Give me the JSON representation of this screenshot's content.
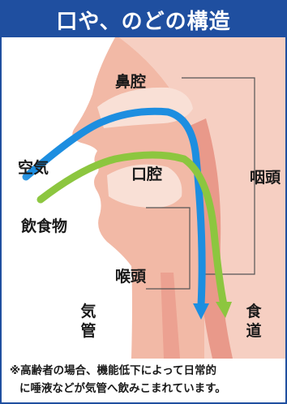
{
  "title": "口や、のどの構造",
  "labels": {
    "nasal_cavity": "鼻腔",
    "oral_cavity": "口腔",
    "pharynx": "咽頭",
    "larynx": "喉頭",
    "air": "空気",
    "food": "飲食物",
    "trachea": "気管",
    "esophagus": "食道"
  },
  "note": {
    "line1": "※高齢者の場合、機能低下によって日常的",
    "line2": "に唾液などが気管へ飲みこまれています。"
  },
  "colors": {
    "title_bg": "#1f4fa0",
    "air_arrow": "#1d8ee0",
    "food_arrow": "#8cc63f",
    "tissue": "#f2b9a6",
    "tissue_dark": "#e9998a"
  }
}
